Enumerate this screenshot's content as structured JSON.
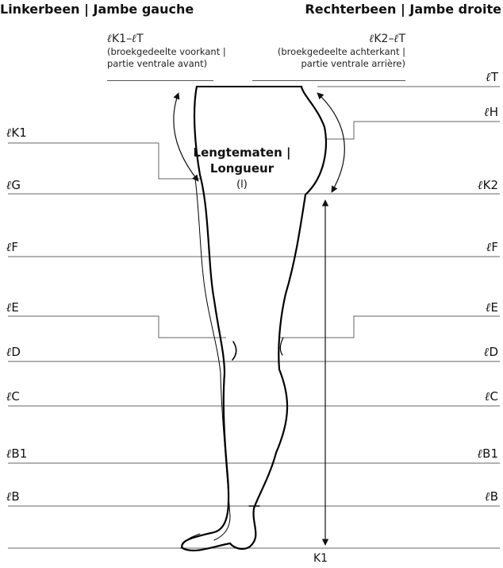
{
  "header": {
    "left_title": "Linkerbeen | Jambe gauche",
    "right_title": "Rechterbeen | Jambe droite"
  },
  "front_section": {
    "ell": "ℓ",
    "code_a": "K1–",
    "code_b": "T",
    "line1": "(broekgedeelte voorkant |",
    "line2": "partie ventrale avant)"
  },
  "back_section": {
    "ell": "ℓ",
    "code_a": "K2–",
    "code_b": "T",
    "line1": "(broekgedeelte achterkant |",
    "line2": "partie ventrale arrière)"
  },
  "center": {
    "line1": "Lengtematen |",
    "line2": "Longueur",
    "sub": "(l)"
  },
  "symbol": "ℓ",
  "levels": {
    "T": "T",
    "H": "H",
    "K1": "K1",
    "K2": "K2",
    "G": "G",
    "F_left": "F",
    "F_right": "F",
    "E_left": "E",
    "E_right": "E",
    "D_left": "D",
    "D_right": "D",
    "C_left": "C",
    "C_right": "C",
    "B1_left": "B1",
    "B1_right": "B1",
    "B_left": "B",
    "B_right": "B"
  },
  "measure": {
    "label": "K1"
  }
}
